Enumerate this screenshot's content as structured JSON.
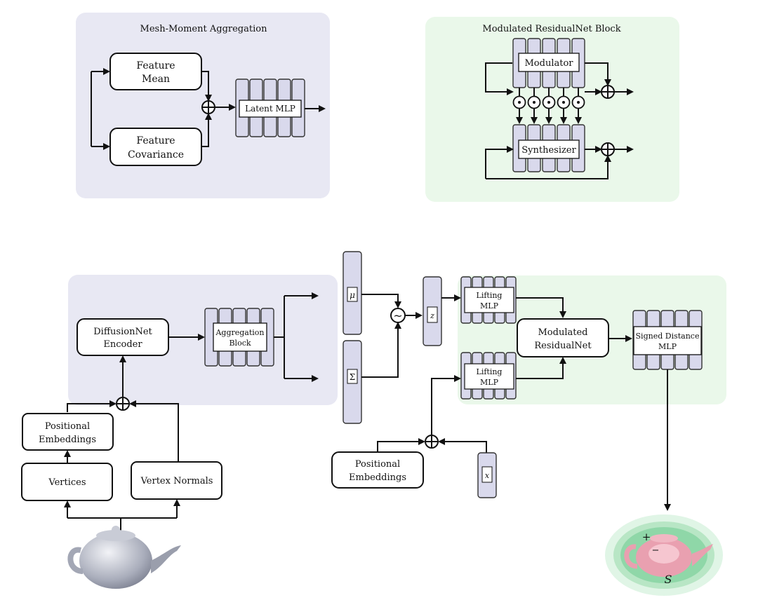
{
  "panels": {
    "mesh_moment": {
      "title": "Mesh-Moment Aggregation",
      "color": "#e8e8f3"
    },
    "modulated_block": {
      "title": "Modulated ResidualNet Block",
      "color": "#eaf8ea"
    },
    "encoder_region": {
      "color": "#e8e8f3"
    },
    "decoder_region": {
      "color": "#eaf8ea"
    }
  },
  "mesh_moment": {
    "feature_mean": [
      "Feature",
      "Mean"
    ],
    "feature_covariance": [
      "Feature",
      "Covariance"
    ],
    "latent_mlp": "Latent MLP"
  },
  "modulated_block": {
    "modulator": "Modulator",
    "synthesizer": "Synthesizer"
  },
  "encoder": {
    "diffusionnet": [
      "DiffusionNet",
      "Encoder"
    ],
    "aggregation": [
      "Aggregation",
      "Block"
    ],
    "positional_embeddings": [
      "Positional",
      "Embeddings"
    ],
    "vertices": "Vertices",
    "vertex_normals": "Vertex Normals"
  },
  "latent": {
    "mu": "μ",
    "sigma": "Σ",
    "z": "z",
    "sample_op": "~"
  },
  "decoder": {
    "lifting_top": [
      "Lifting",
      "MLP"
    ],
    "lifting_bottom": [
      "Lifting",
      "MLP"
    ],
    "modulated_resnet": [
      "Modulated",
      "ResidualNet"
    ],
    "signed_distance": [
      "Signed Distance",
      "MLP"
    ],
    "positional_embeddings": [
      "Positional",
      "Embeddings"
    ],
    "x": "x"
  },
  "output": {
    "plus": "+",
    "minus": "−",
    "s": "S"
  },
  "icons": {
    "input_mesh": "teapot-icon",
    "output_sdf": "teapot-sdf-icon"
  }
}
